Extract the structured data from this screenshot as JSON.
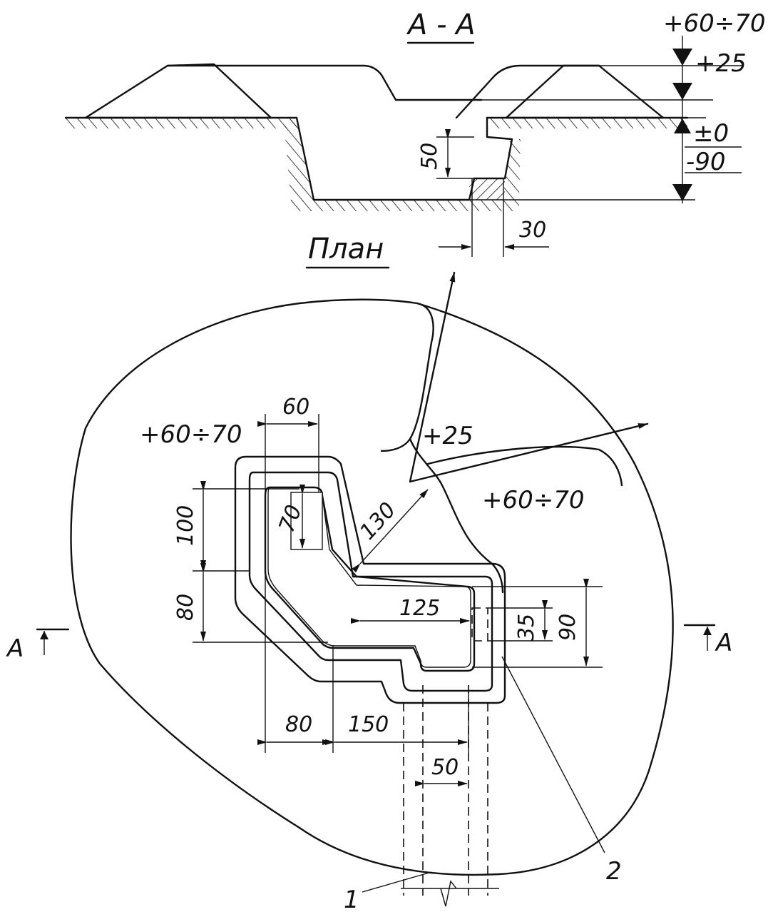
{
  "section": {
    "title": "А - А",
    "elevations": [
      "+60÷70",
      "+25",
      "±0",
      "-90"
    ],
    "dim_depth": "50",
    "dim_step": "30"
  },
  "plan": {
    "title": "План",
    "zone_left": "+60÷70",
    "zone_top": "+25",
    "zone_right": "+60÷70",
    "dims": {
      "d60": "60",
      "d100": "100",
      "d70": "70",
      "d80_left": "80",
      "d130": "130",
      "d125": "125",
      "d35": "35",
      "d90": "90",
      "d80_bottom": "80",
      "d150": "150",
      "d50": "50"
    },
    "section_marker_left": "А",
    "section_marker_right": "А",
    "callout_1": "1",
    "callout_2": "2"
  }
}
